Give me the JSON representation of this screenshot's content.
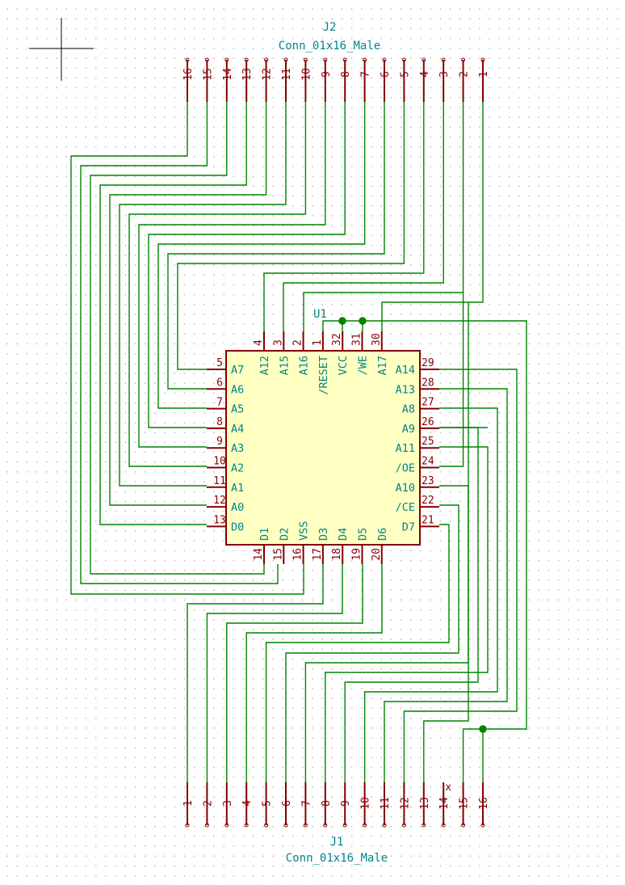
{
  "colors": {
    "wire": "#008400",
    "pin": "#840000",
    "body_fill": "#ffffc2",
    "body_stroke": "#840000",
    "text": "#00868a",
    "pin_number": "#8a0000",
    "junction": "#008400"
  },
  "j2": {
    "ref": "J2",
    "value": "Conn_01x16_Male",
    "pins": [
      "16",
      "15",
      "14",
      "13",
      "12",
      "11",
      "10",
      "9",
      "8",
      "7",
      "6",
      "5",
      "4",
      "3",
      "2",
      "1"
    ]
  },
  "j1": {
    "ref": "J1",
    "value": "Conn_01x16_Male",
    "pins": [
      "1",
      "2",
      "3",
      "4",
      "5",
      "6",
      "7",
      "8",
      "9",
      "10",
      "11",
      "12",
      "13",
      "14",
      "15",
      "16"
    ],
    "no_connect_marker": "x"
  },
  "u1": {
    "ref": "U1",
    "left": [
      {
        "num": "5",
        "name": "A7"
      },
      {
        "num": "6",
        "name": "A6"
      },
      {
        "num": "7",
        "name": "A5"
      },
      {
        "num": "8",
        "name": "A4"
      },
      {
        "num": "9",
        "name": "A3"
      },
      {
        "num": "10",
        "name": "A2"
      },
      {
        "num": "11",
        "name": "A1"
      },
      {
        "num": "12",
        "name": "A0"
      },
      {
        "num": "13",
        "name": "D0"
      }
    ],
    "right": [
      {
        "num": "29",
        "name": "A14"
      },
      {
        "num": "28",
        "name": "A13"
      },
      {
        "num": "27",
        "name": "A8"
      },
      {
        "num": "26",
        "name": "A9"
      },
      {
        "num": "25",
        "name": "A11"
      },
      {
        "num": "24",
        "name": "/OE"
      },
      {
        "num": "23",
        "name": "A10"
      },
      {
        "num": "22",
        "name": "/CE"
      },
      {
        "num": "21",
        "name": "D7"
      }
    ],
    "top": [
      {
        "num": "4",
        "name": "A12"
      },
      {
        "num": "3",
        "name": "A15"
      },
      {
        "num": "2",
        "name": "A16"
      },
      {
        "num": "1",
        "name": "/RESET"
      },
      {
        "num": "32",
        "name": "VCC"
      },
      {
        "num": "31",
        "name": "/WE"
      },
      {
        "num": "30",
        "name": "A17"
      }
    ],
    "bottom": [
      {
        "num": "14",
        "name": "D1"
      },
      {
        "num": "15",
        "name": "D2"
      },
      {
        "num": "16",
        "name": "VSS"
      },
      {
        "num": "17",
        "name": "D3"
      },
      {
        "num": "18",
        "name": "D4"
      },
      {
        "num": "19",
        "name": "D5"
      },
      {
        "num": "20",
        "name": "D6"
      }
    ]
  }
}
